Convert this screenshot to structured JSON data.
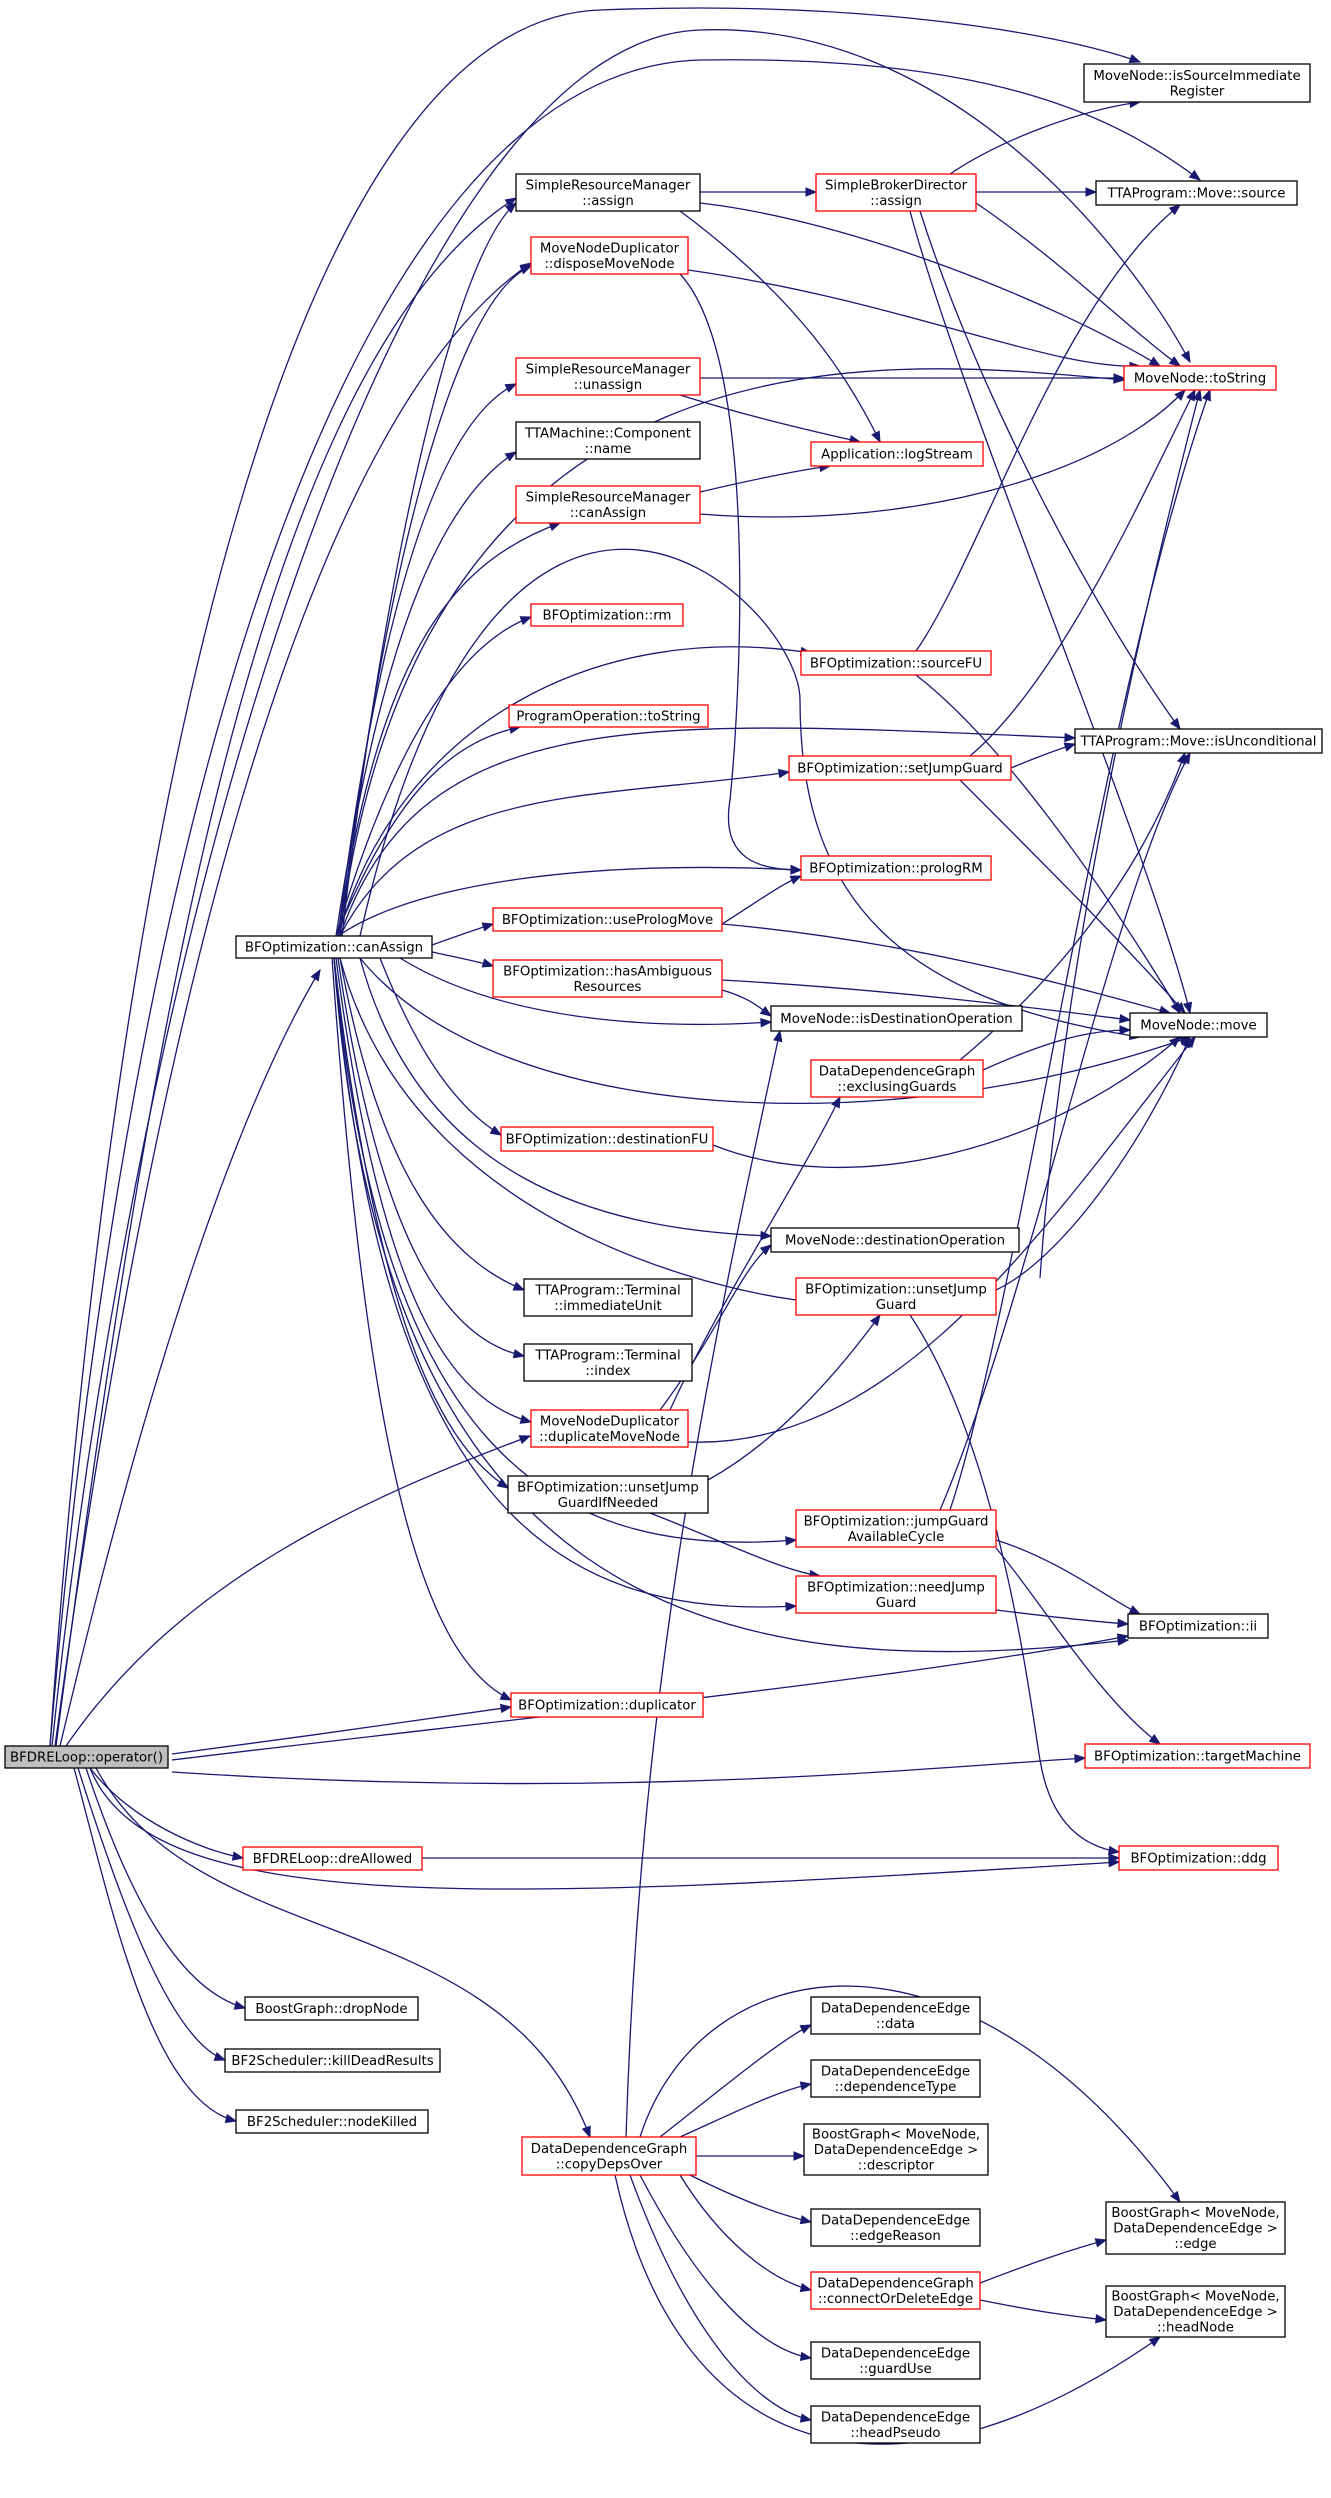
{
  "diagram": {
    "colors": {
      "edge": "#191970",
      "node_border_default": "#000000",
      "node_border_highlight": "#ff0000",
      "root_fill": "#bfbfbf"
    },
    "nodes": [
      {
        "id": "root",
        "lines": [
          "BFDRELoop::operator()"
        ],
        "border": "black",
        "root": true
      },
      {
        "id": "canAssign",
        "lines": [
          "BFOptimization::canAssign"
        ],
        "border": "black"
      },
      {
        "id": "srmAssign",
        "lines": [
          "SimpleResourceManager",
          "::assign"
        ],
        "border": "black"
      },
      {
        "id": "mndDispose",
        "lines": [
          "MoveNodeDuplicator",
          "::disposeMoveNode"
        ],
        "border": "red"
      },
      {
        "id": "srmUnassign",
        "lines": [
          "SimpleResourceManager",
          "::unassign"
        ],
        "border": "red"
      },
      {
        "id": "compName",
        "lines": [
          "TTAMachine::Component",
          "::name"
        ],
        "border": "black"
      },
      {
        "id": "srmCanAssign",
        "lines": [
          "SimpleResourceManager",
          "::canAssign"
        ],
        "border": "red"
      },
      {
        "id": "rm",
        "lines": [
          "BFOptimization::rm"
        ],
        "border": "red"
      },
      {
        "id": "poToString",
        "lines": [
          "ProgramOperation::toString"
        ],
        "border": "red"
      },
      {
        "id": "sbdAssign",
        "lines": [
          "SimpleBrokerDirector",
          "::assign"
        ],
        "border": "red"
      },
      {
        "id": "logStream",
        "lines": [
          "Application::logStream"
        ],
        "border": "red"
      },
      {
        "id": "sourceFU",
        "lines": [
          "BFOptimization::sourceFU"
        ],
        "border": "red"
      },
      {
        "id": "setJumpGuard",
        "lines": [
          "BFOptimization::setJumpGuard"
        ],
        "border": "red"
      },
      {
        "id": "prologRM",
        "lines": [
          "BFOptimization::prologRM"
        ],
        "border": "red"
      },
      {
        "id": "usePrologMove",
        "lines": [
          "BFOptimization::usePrologMove"
        ],
        "border": "red"
      },
      {
        "id": "hasAmbiguous",
        "lines": [
          "BFOptimization::hasAmbiguous",
          "Resources"
        ],
        "border": "red"
      },
      {
        "id": "isDestOp",
        "lines": [
          "MoveNode::isDestinationOperation"
        ],
        "border": "black"
      },
      {
        "id": "exclGuards",
        "lines": [
          "DataDependenceGraph",
          "::exclusingGuards"
        ],
        "border": "red"
      },
      {
        "id": "destFU",
        "lines": [
          "BFOptimization::destinationFU"
        ],
        "border": "red"
      },
      {
        "id": "destOp",
        "lines": [
          "MoveNode::destinationOperation"
        ],
        "border": "black"
      },
      {
        "id": "unsetJumpGuard",
        "lines": [
          "BFOptimization::unsetJump",
          "Guard"
        ],
        "border": "red"
      },
      {
        "id": "termImmUnit",
        "lines": [
          "TTAProgram::Terminal",
          "::immediateUnit"
        ],
        "border": "black"
      },
      {
        "id": "termIndex",
        "lines": [
          "TTAProgram::Terminal",
          "::index"
        ],
        "border": "black"
      },
      {
        "id": "mndDuplicate",
        "lines": [
          "MoveNodeDuplicator",
          "::duplicateMoveNode"
        ],
        "border": "red"
      },
      {
        "id": "unsetJGIfNeeded",
        "lines": [
          "BFOptimization::unsetJump",
          "GuardIfNeeded"
        ],
        "border": "black"
      },
      {
        "id": "jgAvailCycle",
        "lines": [
          "BFOptimization::jumpGuard",
          "AvailableCycle"
        ],
        "border": "red"
      },
      {
        "id": "needJumpGuard",
        "lines": [
          "BFOptimization::needJump",
          "Guard"
        ],
        "border": "red"
      },
      {
        "id": "duplicator",
        "lines": [
          "BFOptimization::duplicator"
        ],
        "border": "red"
      },
      {
        "id": "dreAllowed",
        "lines": [
          "BFDRELoop::dreAllowed"
        ],
        "border": "red"
      },
      {
        "id": "dropNode",
        "lines": [
          "BoostGraph::dropNode"
        ],
        "border": "black"
      },
      {
        "id": "killDead",
        "lines": [
          "BF2Scheduler::killDeadResults"
        ],
        "border": "black"
      },
      {
        "id": "nodeKilled",
        "lines": [
          "BF2Scheduler::nodeKilled"
        ],
        "border": "black"
      },
      {
        "id": "copyDeps",
        "lines": [
          "DataDependenceGraph",
          "::copyDepsOver"
        ],
        "border": "red"
      },
      {
        "id": "isSrcImmReg",
        "lines": [
          "MoveNode::isSourceImmediate",
          "Register"
        ],
        "border": "black"
      },
      {
        "id": "moveSource",
        "lines": [
          "TTAProgram::Move::source"
        ],
        "border": "black"
      },
      {
        "id": "mnToString",
        "lines": [
          "MoveNode::toString"
        ],
        "border": "red"
      },
      {
        "id": "isUncond",
        "lines": [
          "TTAProgram::Move::isUnconditional"
        ],
        "border": "black"
      },
      {
        "id": "mnMove",
        "lines": [
          "MoveNode::move"
        ],
        "border": "black"
      },
      {
        "id": "ii",
        "lines": [
          "BFOptimization::ii"
        ],
        "border": "black"
      },
      {
        "id": "targetMachine",
        "lines": [
          "BFOptimization::targetMachine"
        ],
        "border": "red"
      },
      {
        "id": "ddg",
        "lines": [
          "BFOptimization::ddg"
        ],
        "border": "red"
      },
      {
        "id": "ddeData",
        "lines": [
          "DataDependenceEdge",
          "::data"
        ],
        "border": "black"
      },
      {
        "id": "ddeDepType",
        "lines": [
          "DataDependenceEdge",
          "::dependenceType"
        ],
        "border": "black"
      },
      {
        "id": "bgDescriptor",
        "lines": [
          "BoostGraph< MoveNode,",
          "DataDependenceEdge >",
          "::descriptor"
        ],
        "border": "black"
      },
      {
        "id": "ddeEdgeReason",
        "lines": [
          "DataDependenceEdge",
          "::edgeReason"
        ],
        "border": "black"
      },
      {
        "id": "connectOrDelete",
        "lines": [
          "DataDependenceGraph",
          "::connectOrDeleteEdge"
        ],
        "border": "red"
      },
      {
        "id": "ddeGuardUse",
        "lines": [
          "DataDependenceEdge",
          "::guardUse"
        ],
        "border": "black"
      },
      {
        "id": "ddeHeadPseudo",
        "lines": [
          "DataDependenceEdge",
          "::headPseudo"
        ],
        "border": "black"
      },
      {
        "id": "bgEdge",
        "lines": [
          "BoostGraph< MoveNode,",
          "DataDependenceEdge >",
          "::edge"
        ],
        "border": "black"
      },
      {
        "id": "bgHeadNode",
        "lines": [
          "BoostGraph< MoveNode,",
          "DataDependenceEdge >",
          "::headNode"
        ],
        "border": "black"
      }
    ]
  }
}
